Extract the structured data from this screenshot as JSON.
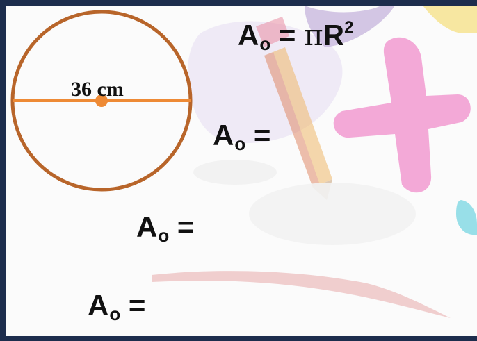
{
  "formulas": {
    "main": {
      "symbol": "A",
      "subscript": "o",
      "equals": "=",
      "pi": "π",
      "radius": "R",
      "exponent": "2"
    },
    "step1": {
      "symbol": "A",
      "subscript": "o",
      "equals": "="
    },
    "step2": {
      "symbol": "A",
      "subscript": "o",
      "equals": "="
    },
    "step3": {
      "symbol": "A",
      "subscript": "o",
      "equals": "="
    }
  },
  "circle": {
    "diameter_label": "36 cm"
  },
  "colors": {
    "frame": "#1d2d4d",
    "circle_stroke": "#b8652a",
    "diameter_line": "#ee8a35",
    "center_dot": "#ee8a35",
    "background": "#fbfbfb"
  }
}
